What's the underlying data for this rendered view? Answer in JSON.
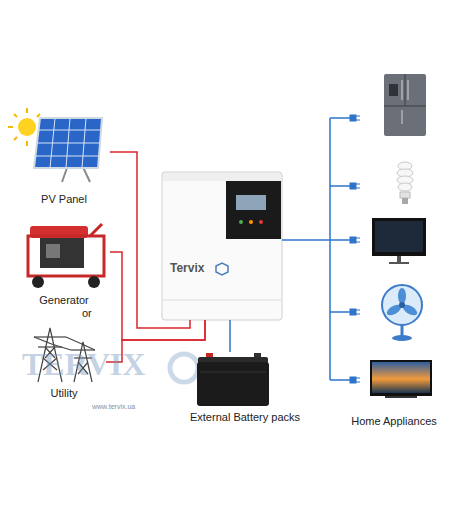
{
  "diagram": {
    "nodes": [
      {
        "text": [
          "PV Panel"
        ]
      },
      {
        "text": [
          "Generator"
        ]
      },
      {
        "text": [
          "Utility"
        ]
      },
      {
        "text": [
          "Tervix"
        ]
      },
      {
        "text": [
          "External Battery packs"
        ]
      },
      {
        "text": [
          "Home Appliances"
        ]
      }
    ],
    "edges": [
      {
        "from": 0,
        "to": 3,
        "arrow": "none"
      },
      {
        "from": 1,
        "to": 3,
        "arrow": "none"
      },
      {
        "from": 2,
        "to": 3,
        "arrow": "none"
      },
      {
        "from": 3,
        "to": 4,
        "arrow": "none"
      },
      {
        "from": 3,
        "to": 5,
        "arrow": "none"
      }
    ],
    "labels": [
      "or",
      "TERVIX",
      "www.tervix.ua"
    ]
  }
}
